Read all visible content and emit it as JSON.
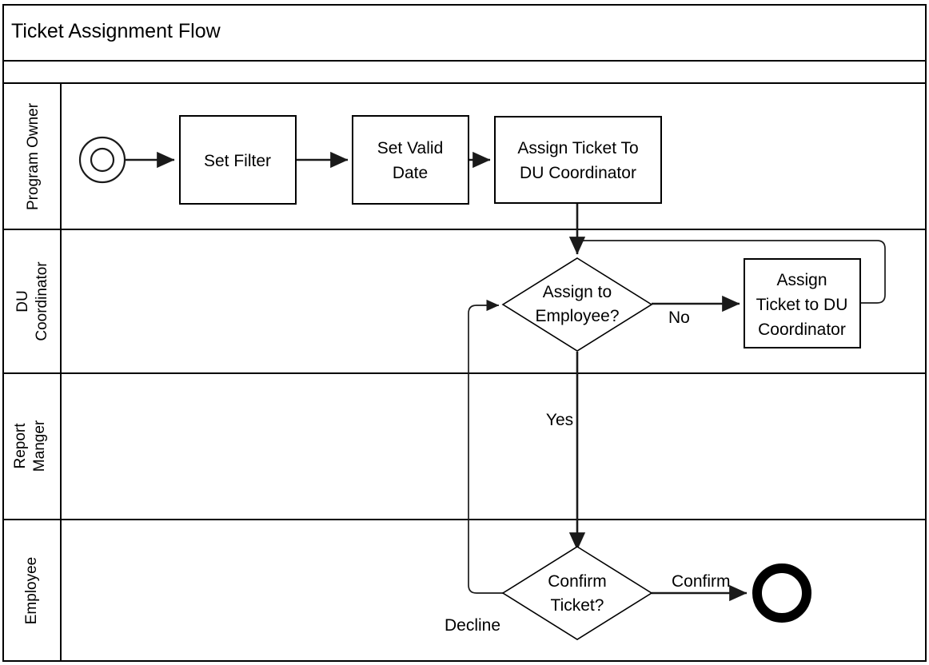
{
  "pool": {
    "title": "Ticket Assignment Flow",
    "header_band_empty": true
  },
  "lanes": [
    {
      "id": "program-owner",
      "label": "Program Owner",
      "lines": [
        "Program Owner"
      ]
    },
    {
      "id": "du-coordinator",
      "label": "DU Coordinator",
      "lines": [
        "DU",
        "Coordinator"
      ]
    },
    {
      "id": "report-manger",
      "label": "Report Manger",
      "lines": [
        "Report",
        "Manger"
      ]
    },
    {
      "id": "employee",
      "label": "Employee",
      "lines": [
        "Employee"
      ]
    }
  ],
  "events": [
    {
      "id": "start-event",
      "type": "start",
      "lane": "program-owner"
    },
    {
      "id": "end-event",
      "type": "end",
      "lane": "employee"
    }
  ],
  "tasks": [
    {
      "id": "task-set-filter",
      "lane": "program-owner",
      "lines": [
        "Set Filter"
      ]
    },
    {
      "id": "task-set-valid-date",
      "lane": "program-owner",
      "lines": [
        "Set Valid",
        "Date"
      ]
    },
    {
      "id": "task-assign-ticket-to-du-coordinator",
      "lane": "program-owner",
      "lines": [
        "Assign Ticket To",
        "DU Coordinator"
      ]
    },
    {
      "id": "task-assign-ticket-to-du-coordinator-2",
      "lane": "du-coordinator",
      "lines": [
        "Assign",
        "Ticket to DU",
        "Coordinator"
      ]
    }
  ],
  "gateways": [
    {
      "id": "gateway-assign-to-employee",
      "lane": "du-coordinator",
      "lines": [
        "Assign to",
        "Employee?"
      ]
    },
    {
      "id": "gateway-confirm-ticket",
      "lane": "employee",
      "lines": [
        "Confirm",
        "Ticket?"
      ]
    }
  ],
  "flow_labels": {
    "no": "No",
    "yes": "Yes",
    "confirm": "Confirm",
    "decline": "Decline"
  },
  "colors": {
    "stroke": "#000000",
    "flow": "#1a1a1a",
    "background": "#ffffff"
  }
}
